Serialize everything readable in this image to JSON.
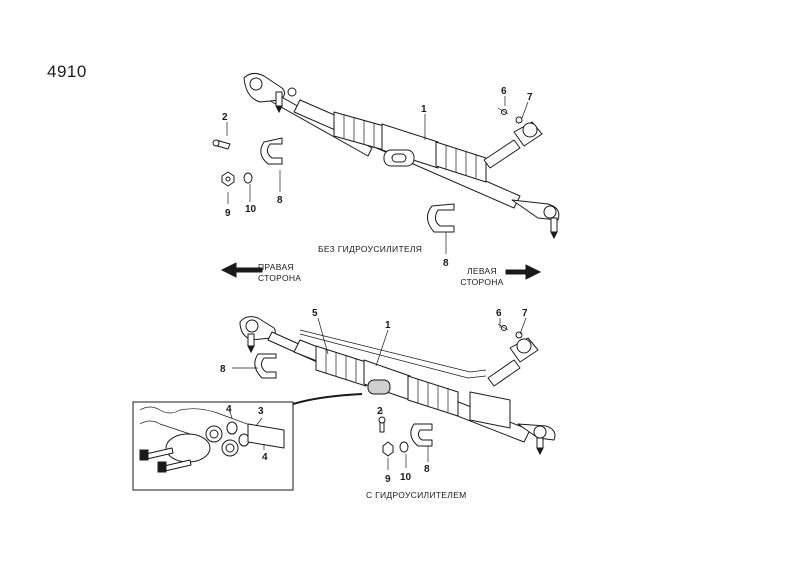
{
  "page_number": "4910",
  "captions": {
    "without_power_steering": "БЕЗ ГИДРОУСИЛИТЕЛЯ",
    "with_power_steering": "С ГИДРОУСИЛИТЕЛЕМ",
    "right_side_line1": "ПРАВАЯ",
    "right_side_line2": "СТОРОНА",
    "left_side_line1": "ЛЕВАЯ",
    "left_side_line2": "СТОРОНА"
  },
  "top_callouts": {
    "n1": "1",
    "n2": "2",
    "n6": "6",
    "n7": "7",
    "n8a": "8",
    "n8b": "8",
    "n9": "9",
    "n10": "10"
  },
  "bottom_callouts": {
    "n1": "1",
    "n2": "2",
    "n5": "5",
    "n6": "6",
    "n7": "7",
    "n8a": "8",
    "n8b": "8",
    "n9": "9",
    "n10": "10"
  },
  "inset_callouts": {
    "n3": "3",
    "n4a": "4",
    "n4b": "4"
  }
}
